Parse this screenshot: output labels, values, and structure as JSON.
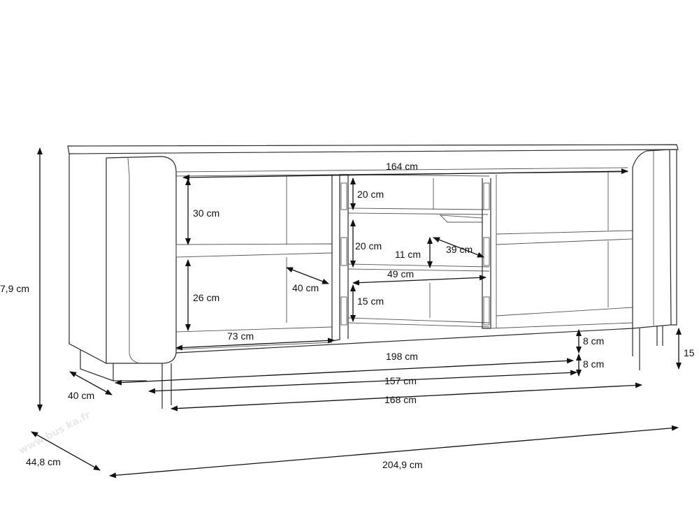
{
  "watermark": "www.bus ka.fr",
  "dimensions": {
    "height_total": "7,9 cm",
    "depth_top": "40 cm",
    "depth_total": "44,8 cm",
    "width_total": "204,9 cm",
    "inner_top": "164 cm",
    "left_upper": "30 cm",
    "left_lower": "26 cm",
    "shelf_depth": "40 cm",
    "left_width": "73 cm",
    "drawer_top_h": "20 cm",
    "drawer_mid_h": "20 cm",
    "drawer_mid_inner": "11 cm",
    "drawer_depth": "39 cm",
    "drawer_width": "49 cm",
    "drawer_bottom_h": "15 cm",
    "base_198": "198 cm",
    "base_157": "157 cm",
    "base_168": "168 cm",
    "plinth_upper": "8 cm",
    "plinth_lower": "8 cm",
    "leg_height": "15"
  }
}
